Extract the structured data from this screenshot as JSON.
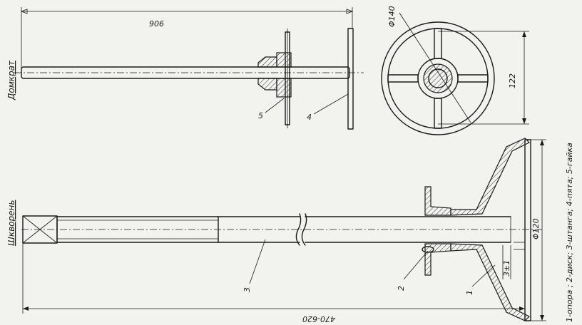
{
  "titles": {
    "jack": "Домкрат",
    "rod": "Шкворень"
  },
  "dimensions": {
    "jack_length": "906",
    "disk_diameter": "Φ140",
    "bracket_span": "122",
    "base_diameter": "Φ120",
    "rod_length": "470-620",
    "gap": "3±1"
  },
  "callouts": {
    "support": "1",
    "disk": "2",
    "rod": "3",
    "heel": "4",
    "nut": "5"
  },
  "legend": "1-опора ; 2-диск; 3-штанга; 4-пята; 5-гайка"
}
